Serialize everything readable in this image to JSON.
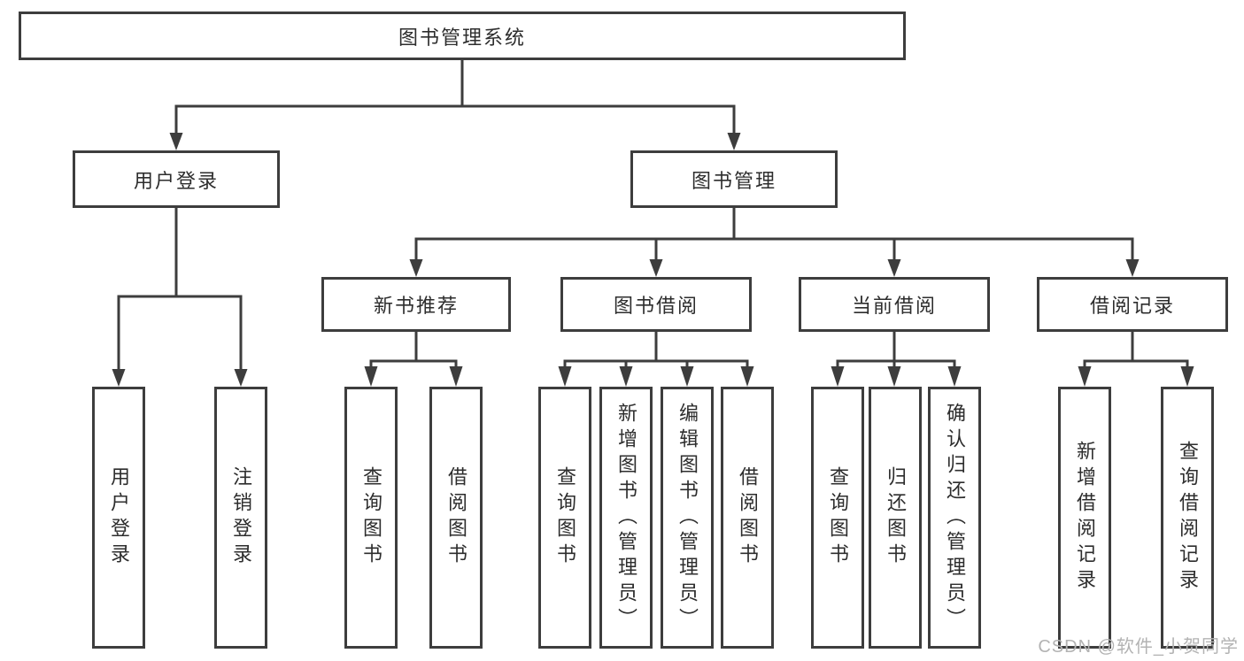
{
  "diagram": {
    "type": "hierarchy-tree",
    "root": {
      "label": "图书管理系统"
    },
    "branches": [
      {
        "label": "用户登录",
        "children": [
          {
            "label": "用户登录"
          },
          {
            "label": "注销登录"
          }
        ]
      },
      {
        "label": "图书管理",
        "children": [
          {
            "label": "新书推荐",
            "children": [
              {
                "label": "查询图书"
              },
              {
                "label": "借阅图书"
              }
            ]
          },
          {
            "label": "图书借阅",
            "children": [
              {
                "label": "查询图书"
              },
              {
                "label": "新增图书（管理员）"
              },
              {
                "label": "编辑图书（管理员）"
              },
              {
                "label": "借阅图书"
              }
            ]
          },
          {
            "label": "当前借阅",
            "children": [
              {
                "label": "查询图书"
              },
              {
                "label": "归还图书"
              },
              {
                "label": "确认归还（管理员）"
              }
            ]
          },
          {
            "label": "借阅记录",
            "children": [
              {
                "label": "新增借阅记录"
              },
              {
                "label": "查询借阅记录"
              }
            ]
          }
        ]
      }
    ]
  },
  "watermark": {
    "text": "CSDN @软件_小贺同学"
  },
  "colors": {
    "line": "#3d3d3d",
    "box_border": "#3d3d3d",
    "text": "#2d2d2d",
    "watermark": "#b3b3b3",
    "background": "#ffffff"
  }
}
